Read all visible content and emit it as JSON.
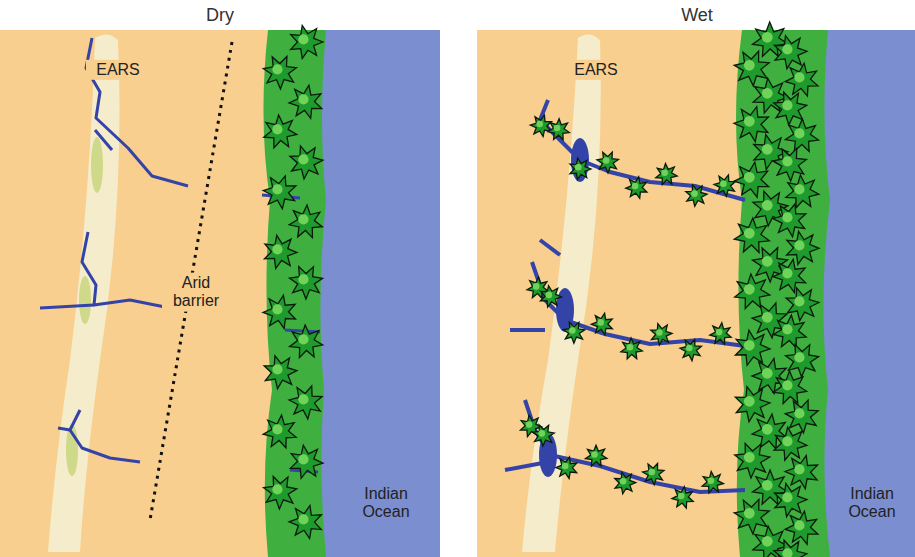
{
  "diagram": {
    "labels": [
      "Dry",
      "Wet",
      "EARS",
      "Arid barrier",
      "Indian Ocean",
      "EARS",
      "Indian Ocean"
    ]
  }
}
